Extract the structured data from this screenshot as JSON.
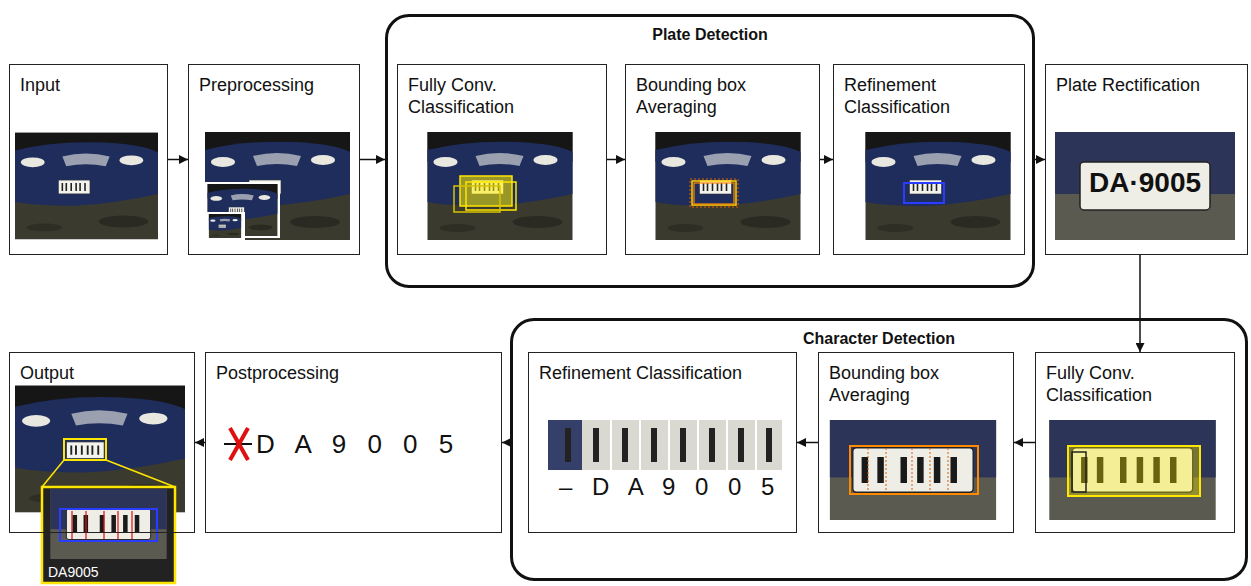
{
  "diagram": {
    "nodes": [
      {
        "text": [
          "Input"
        ]
      },
      {
        "text": [
          "Preprocessing"
        ]
      },
      {
        "text": [
          "Plate Detection"
        ]
      },
      {
        "text": [
          "Fully Conv. Classification"
        ],
        "in": 2
      },
      {
        "text": [
          "Bounding box Averaging"
        ],
        "in": 2
      },
      {
        "text": [
          "Refinement Classification"
        ],
        "in": 2
      },
      {
        "text": [
          "Plate Rectification"
        ]
      },
      {
        "text": [
          "Output"
        ]
      },
      {
        "text": [
          "Postprocessing",
          "D A 9 0 0 5"
        ]
      },
      {
        "text": [
          "Character Detection"
        ]
      },
      {
        "text": [
          "Refinement Classification",
          "– D A 9 0 0 5"
        ],
        "in": 9
      },
      {
        "text": [
          "Bounding box Averaging"
        ],
        "in": 9
      },
      {
        "text": [
          "Fully Conv. Classification"
        ],
        "in": 9
      }
    ],
    "edges": [
      {
        "from": 0,
        "to": 1,
        "arrow": "to"
      },
      {
        "from": 1,
        "to": 2,
        "arrow": "to"
      },
      {
        "from": 3,
        "to": 4,
        "arrow": "to"
      },
      {
        "from": 4,
        "to": 5,
        "arrow": "to"
      },
      {
        "from": 2,
        "to": 6,
        "arrow": "to"
      },
      {
        "from": 6,
        "to": 12,
        "arrow": "to"
      },
      {
        "from": 12,
        "to": 11,
        "arrow": "to"
      },
      {
        "from": 11,
        "to": 10,
        "arrow": "to"
      },
      {
        "from": 9,
        "to": 8,
        "arrow": "to"
      },
      {
        "from": 8,
        "to": 7,
        "arrow": "to"
      }
    ],
    "labels": [
      "DA·9005",
      "DA9005"
    ]
  }
}
